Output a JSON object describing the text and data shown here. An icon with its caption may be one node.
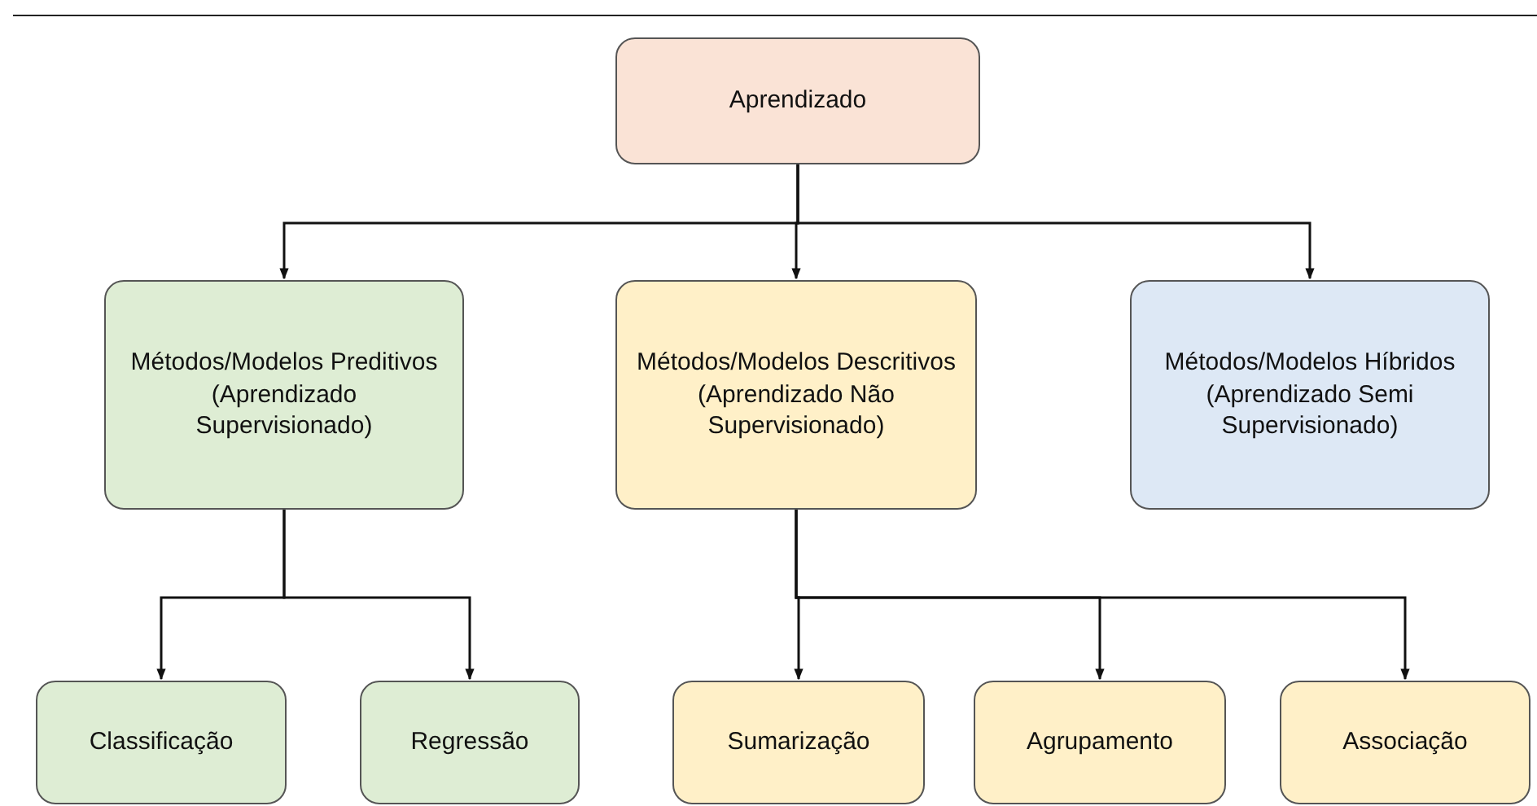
{
  "diagram": {
    "nodes": [
      {
        "text": [
          "Aprendizado"
        ]
      },
      {
        "text": [
          "Métodos/Modelos Preditivos (Aprendizado Supervisionado)"
        ]
      },
      {
        "text": [
          "Métodos/Modelos Descritivos (Aprendizado Não Supervisionado)"
        ]
      },
      {
        "text": [
          "Métodos/Modelos Híbridos (Aprendizado Semi Supervisionado)"
        ]
      },
      {
        "text": [
          "Classificação"
        ]
      },
      {
        "text": [
          "Regressão"
        ]
      },
      {
        "text": [
          "Sumarização"
        ]
      },
      {
        "text": [
          "Agrupamento"
        ]
      },
      {
        "text": [
          "Associação"
        ]
      }
    ],
    "edges": [
      {
        "from": 0,
        "to": 1,
        "arrow": "to"
      },
      {
        "from": 0,
        "to": 2,
        "arrow": "to"
      },
      {
        "from": 0,
        "to": 3,
        "arrow": "to"
      },
      {
        "from": 1,
        "to": 4,
        "arrow": "to"
      },
      {
        "from": 1,
        "to": 5,
        "arrow": "to"
      },
      {
        "from": 2,
        "to": 6,
        "arrow": "to"
      },
      {
        "from": 2,
        "to": 7,
        "arrow": "to"
      },
      {
        "from": 2,
        "to": 8,
        "arrow": "to"
      }
    ]
  }
}
